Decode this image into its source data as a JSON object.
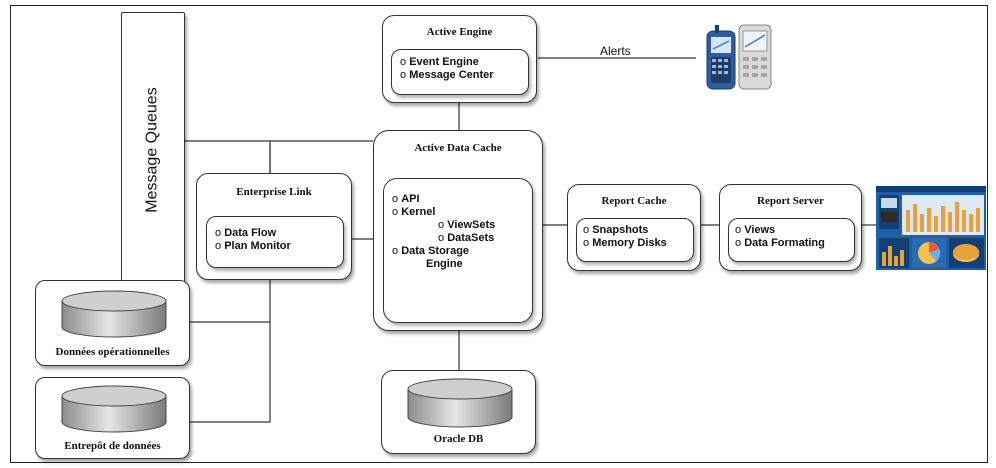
{
  "message_queues": {
    "label": "Message Queues"
  },
  "active_engine": {
    "title": "Active Engine",
    "items": [
      "Event Engine",
      "Message Center"
    ]
  },
  "alerts": {
    "label": "Alerts"
  },
  "active_data_cache": {
    "title": "Active Data Cache",
    "items": [
      "API",
      "Kernel"
    ],
    "sub_items": [
      "ViewSets",
      "DataSets"
    ],
    "storage": {
      "line1": "Data Storage",
      "line2": "Engine"
    }
  },
  "enterprise_link": {
    "title": "Enterprise Link",
    "items": [
      "Data Flow",
      "Plan Monitor"
    ]
  },
  "report_cache": {
    "title": "Report Cache",
    "items": [
      "Snapshots",
      "Memory Disks"
    ]
  },
  "report_server": {
    "title": "Report Server",
    "items": [
      "Views",
      "Data Formating"
    ]
  },
  "databases": {
    "operational": "Données opérationnelles",
    "warehouse": "Entrepôt de données",
    "oracle": "Oracle DB"
  },
  "icons": {
    "phones": "mobile-phones-icon",
    "dashboard": "dashboard-screenshot-icon",
    "cylinder": "database-cylinder-icon"
  },
  "colors": {
    "line": "#333333",
    "dashboard_blue": "#1f5fa8",
    "phone_blue": "#2d5f9e"
  }
}
